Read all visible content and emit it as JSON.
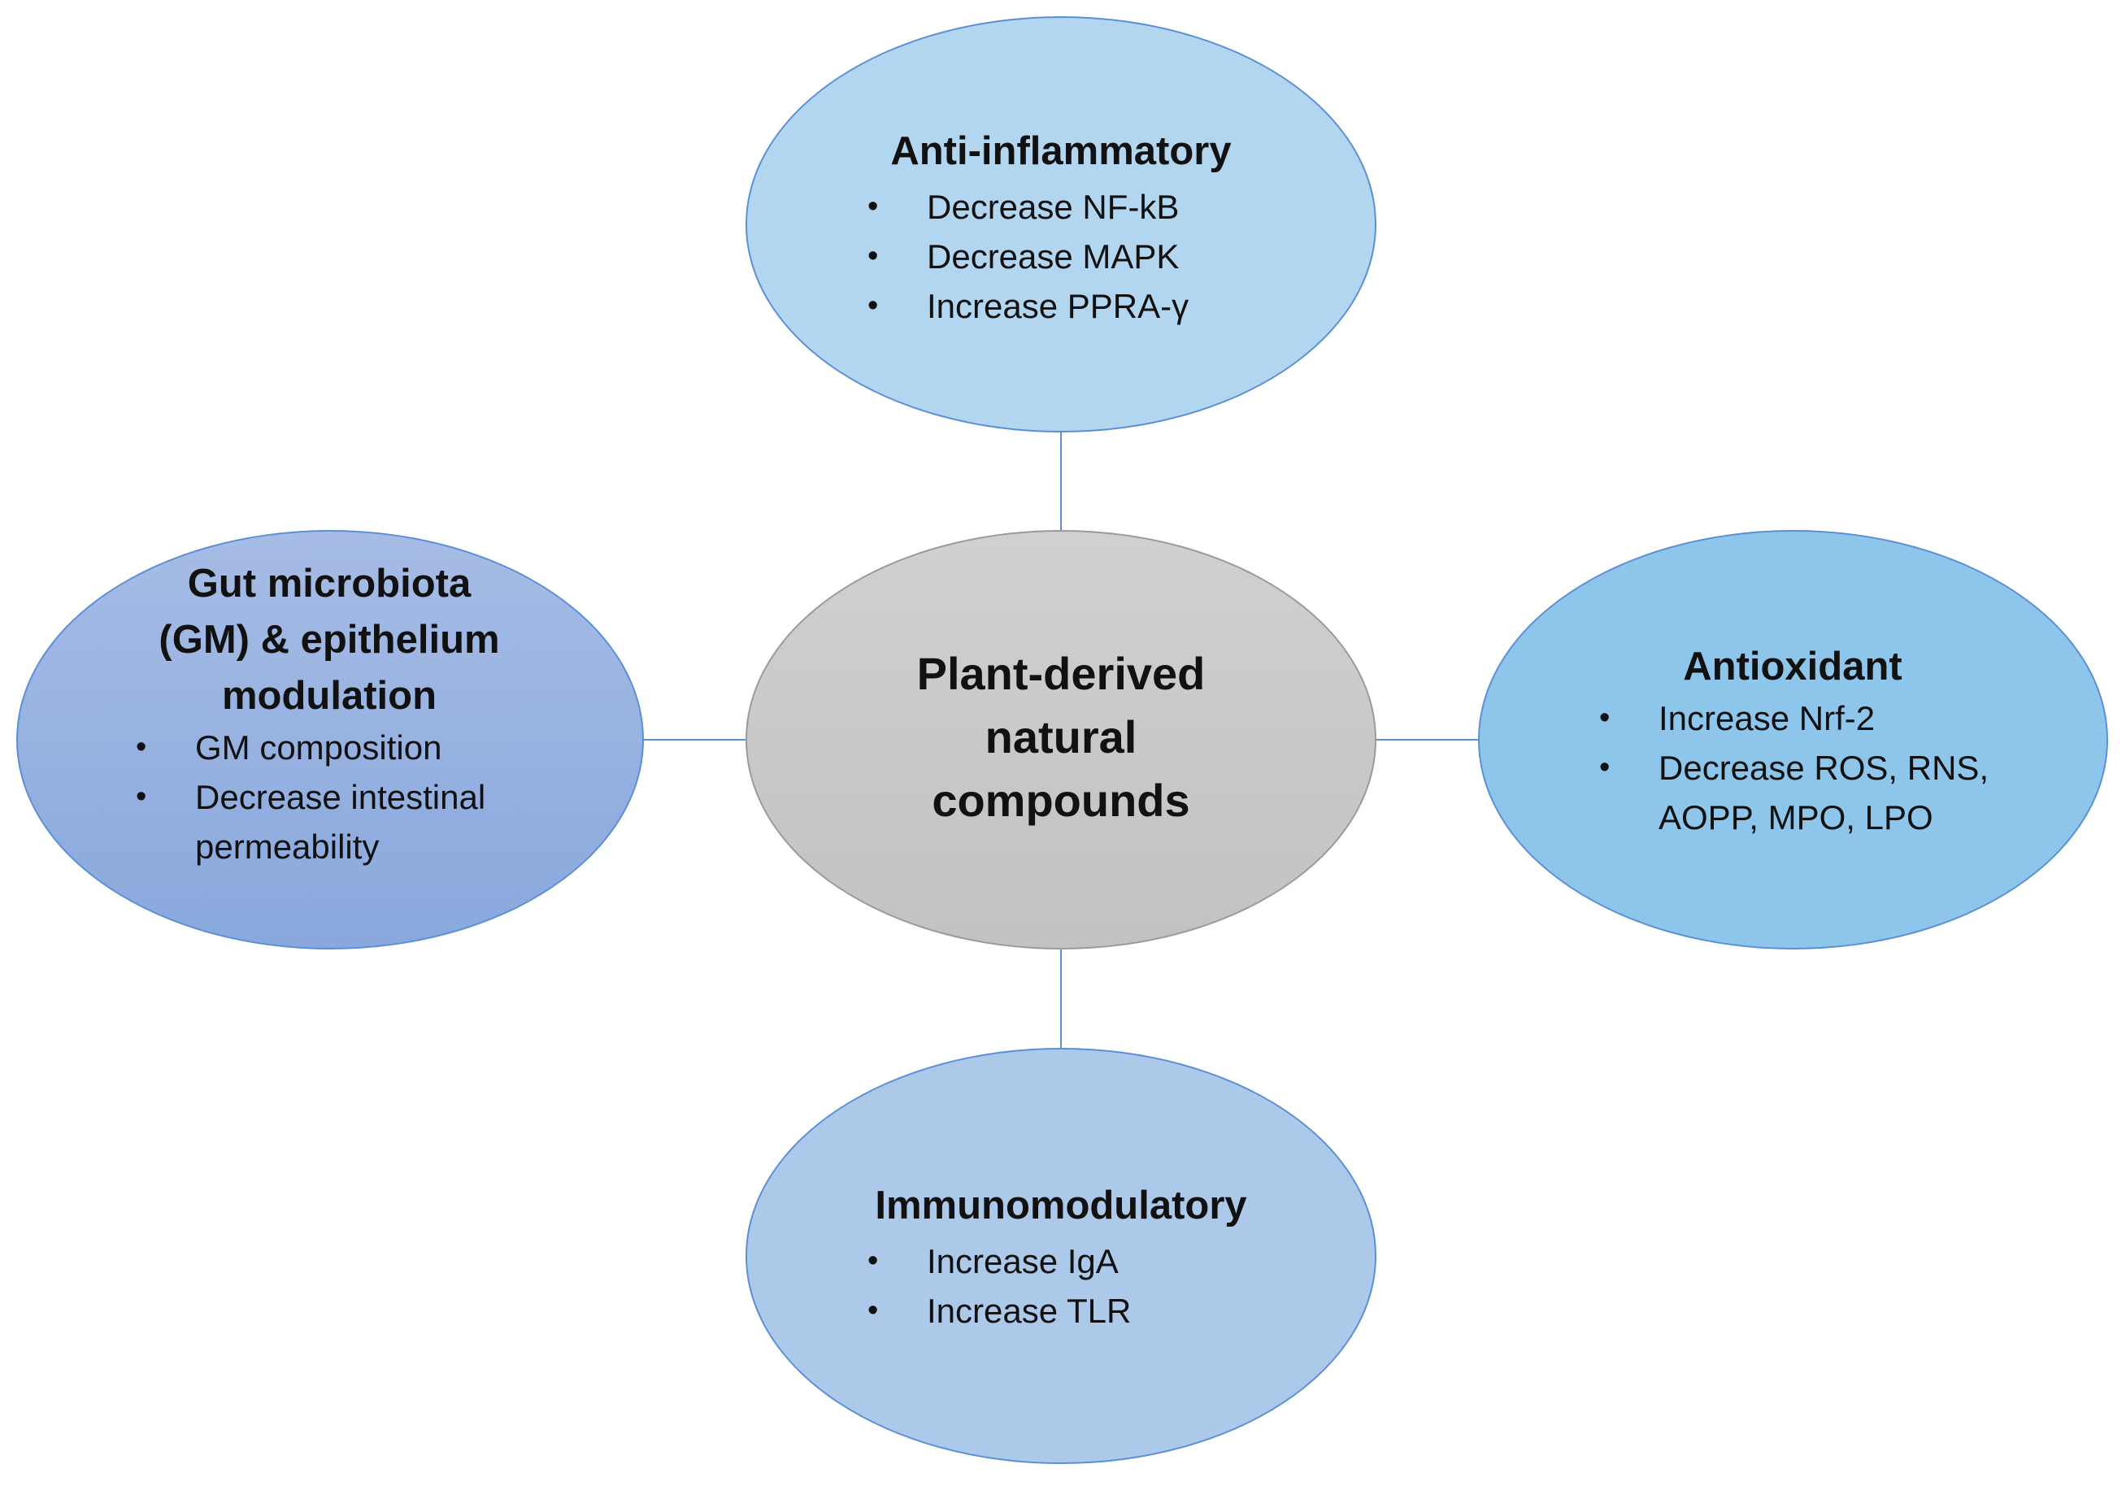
{
  "center": {
    "lines": [
      "Plant-derived",
      "natural",
      "compounds"
    ]
  },
  "nodes": {
    "top": {
      "title": "Anti-inflammatory",
      "bullets": [
        "Decrease NF-kB",
        "Decrease MAPK",
        "Increase PPRA-γ"
      ]
    },
    "left": {
      "title_lines": [
        "Gut microbiota",
        "(GM) & epithelium",
        "modulation"
      ],
      "bullets": [
        "GM composition",
        "Decrease intestinal",
        "permeability"
      ]
    },
    "right": {
      "title": "Antioxidant",
      "bullets": [
        "Increase Nrf-2",
        "Decrease ROS, RNS,",
        "AOPP, MPO, LPO"
      ]
    },
    "bottom": {
      "title": "Immunomodulatory",
      "bullets": [
        "Increase IgA",
        "Increase TLR"
      ]
    }
  },
  "bullet_glyph": "•",
  "colors": {
    "center_fill": "#c8c8c8",
    "top_fill": "#b3d6f0",
    "left_fill": "#97b1e0",
    "right_fill": "#8ec5ea",
    "bottom_fill": "#adc9ea",
    "outline": "#5b8fd6",
    "connector": "#5b8fd6"
  }
}
